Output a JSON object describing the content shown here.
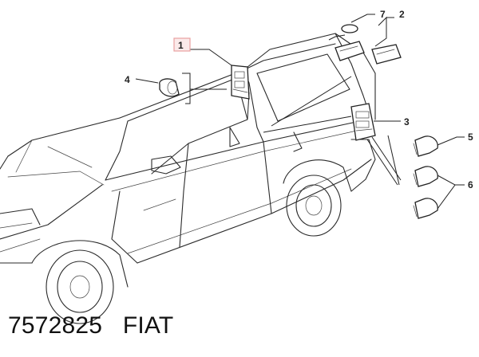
{
  "caption": {
    "part_number": "7572825",
    "brand": "FIAT"
  },
  "callouts": [
    {
      "id": "1",
      "text": "1",
      "highlighted": true
    },
    {
      "id": "2",
      "text": "2",
      "highlighted": false
    },
    {
      "id": "3",
      "text": "3",
      "highlighted": false
    },
    {
      "id": "4",
      "text": "4",
      "highlighted": false
    },
    {
      "id": "5",
      "text": "5",
      "highlighted": false
    },
    {
      "id": "6",
      "text": "6",
      "highlighted": false
    },
    {
      "id": "7",
      "text": "7",
      "highlighted": false
    }
  ],
  "colors": {
    "highlight_box": "#e8a0a0",
    "line": "#2a2a2a"
  }
}
